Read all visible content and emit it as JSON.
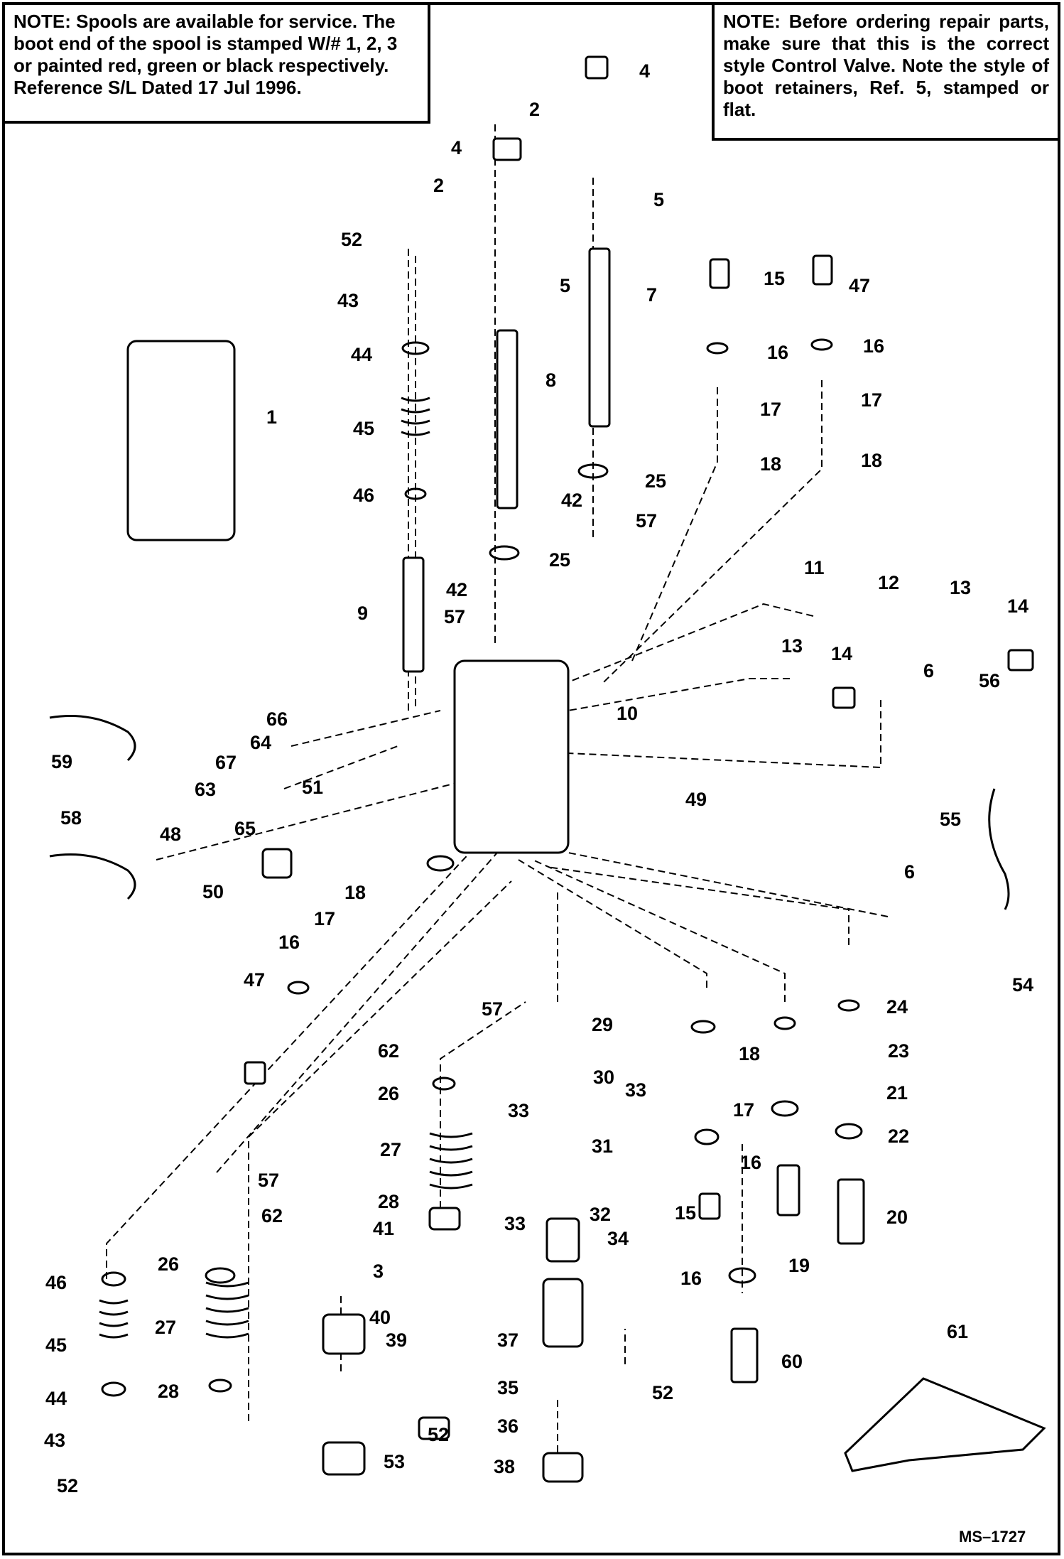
{
  "note_left": {
    "label": "NOTE:",
    "text": "Spools are available for service. The boot end of the spool is stamped W/# 1, 2, 3 or painted red, green or black respectively. Reference S/L Dated 17 Jul 1996."
  },
  "note_right": {
    "label": "NOTE:",
    "text": "Before ordering repair parts, make sure that this is the correct style Control Valve. Note the style of boot retainers, Ref. 5, stamped or flat."
  },
  "figure_id": "MS–1727",
  "callouts": [
    "1",
    "2",
    "3",
    "4",
    "5",
    "6",
    "7",
    "8",
    "9",
    "10",
    "11",
    "12",
    "13",
    "14",
    "15",
    "16",
    "17",
    "18",
    "19",
    "20",
    "21",
    "22",
    "23",
    "24",
    "25",
    "26",
    "27",
    "28",
    "29",
    "30",
    "31",
    "32",
    "33",
    "34",
    "35",
    "36",
    "37",
    "38",
    "39",
    "40",
    "41",
    "42",
    "43",
    "44",
    "45",
    "46",
    "47",
    "48",
    "49",
    "50",
    "51",
    "52",
    "53",
    "54",
    "55",
    "56",
    "57",
    "58",
    "59",
    "60",
    "61",
    "62",
    "63",
    "64",
    "65",
    "66",
    "67"
  ]
}
